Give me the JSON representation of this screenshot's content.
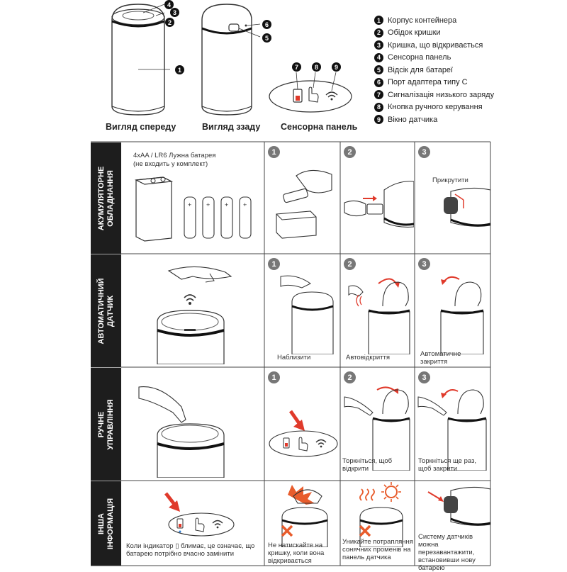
{
  "views": {
    "front": "Вигляд спереду",
    "back": "Вигляд ззаду",
    "panel": "Сенсорна панель"
  },
  "callouts": [
    "1",
    "2",
    "3",
    "4",
    "5",
    "6",
    "7",
    "8",
    "9"
  ],
  "legend": [
    {
      "n": "1",
      "text": "Корпус контейнера"
    },
    {
      "n": "2",
      "text": "Обідок кришки"
    },
    {
      "n": "3",
      "text": "Кришка, що відкривається"
    },
    {
      "n": "4",
      "text": "Сенсорна панель"
    },
    {
      "n": "5",
      "text": "Відсік для батареї"
    },
    {
      "n": "6",
      "text": "Порт адаптера типу С"
    },
    {
      "n": "7",
      "text": "Сигналізація низького заряду"
    },
    {
      "n": "8",
      "text": "Кнопка ручного керування"
    },
    {
      "n": "9",
      "text": "Вікно датчика"
    }
  ],
  "sections": {
    "battery": "АКУМУЛЯТОРНЕ\nОБЛАДНАННЯ",
    "auto": "АВТОМАТИЧНИЙ\nДАТЧИК",
    "manual": "РУЧНЕ\nУПРАВЛІННЯ",
    "other": "ІНША\nІНФОРМАЦІЯ"
  },
  "battery": {
    "note_line1": "4xAA / LR6 Лужна батарея",
    "note_line2": "(не входить у комплект)",
    "step3_label": "Прикрутити"
  },
  "auto": {
    "cap1": "Наблизити",
    "cap2": "Автовідкриття",
    "cap3": "Автоматичне закриття"
  },
  "manual": {
    "cap2": "Торкніться, щоб відкрити",
    "cap3": "Торкніться ще раз, щоб закрити"
  },
  "other": {
    "cap0": "Коли індикатор ▯ блимає, це означає, що батарею потрібно вчасно замінити",
    "cap1": "Не натискайте на кришку, коли вона відкривається",
    "cap2": "Уникайте потрапляння сонячних променів на панель датчика",
    "cap3": "Систему датчиків можна перезавантажити, встановивши нову батарею"
  },
  "steps": [
    "1",
    "2",
    "3"
  ]
}
